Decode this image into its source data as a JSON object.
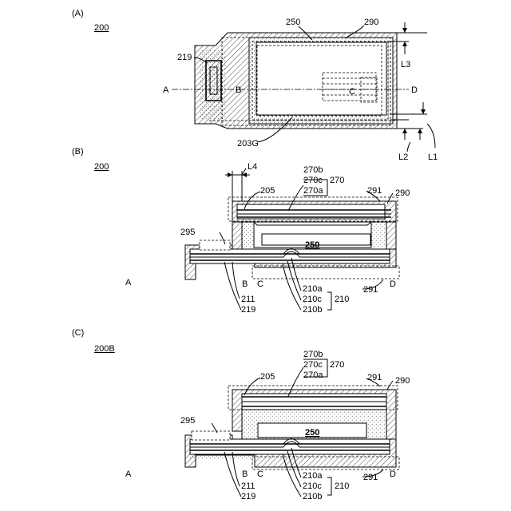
{
  "panels": [
    {
      "letter": "(A)",
      "ref": "200"
    },
    {
      "letter": "(B)",
      "ref": "200"
    },
    {
      "letter": "(C)",
      "ref": "200B"
    }
  ],
  "panel_a": {
    "l250": "250",
    "l290": "290",
    "l219": "219",
    "lA": "A",
    "lB": "B",
    "lC": "C",
    "lD": "D",
    "l203G": "203G",
    "lL1": "L1",
    "lL2": "L2",
    "lL3": "L3"
  },
  "panel_b": {
    "lL4": "L4",
    "l270b": "270b",
    "l270c": "270c",
    "l270a": "270a",
    "l270": "270",
    "l205": "205",
    "l291top": "291",
    "l290": "290",
    "l295": "295",
    "l250": "250",
    "lA": "A",
    "lB": "B",
    "lC": "C",
    "lD": "D",
    "l210a": "210a",
    "l210c": "210c",
    "l210": "210",
    "l210b": "210b",
    "l291bot": "291",
    "l211": "211",
    "l219": "219"
  },
  "panel_c": {
    "l270b": "270b",
    "l270c": "270c",
    "l270a": "270a",
    "l270": "270",
    "l205": "205",
    "l291top": "291",
    "l290": "290",
    "l295": "295",
    "l250": "250",
    "lA": "A",
    "lB": "B",
    "lC": "C",
    "lD": "D",
    "l210a": "210a",
    "l210c": "210c",
    "l210": "210",
    "l210b": "210b",
    "l291bot": "291",
    "l211": "211",
    "l219": "219"
  }
}
